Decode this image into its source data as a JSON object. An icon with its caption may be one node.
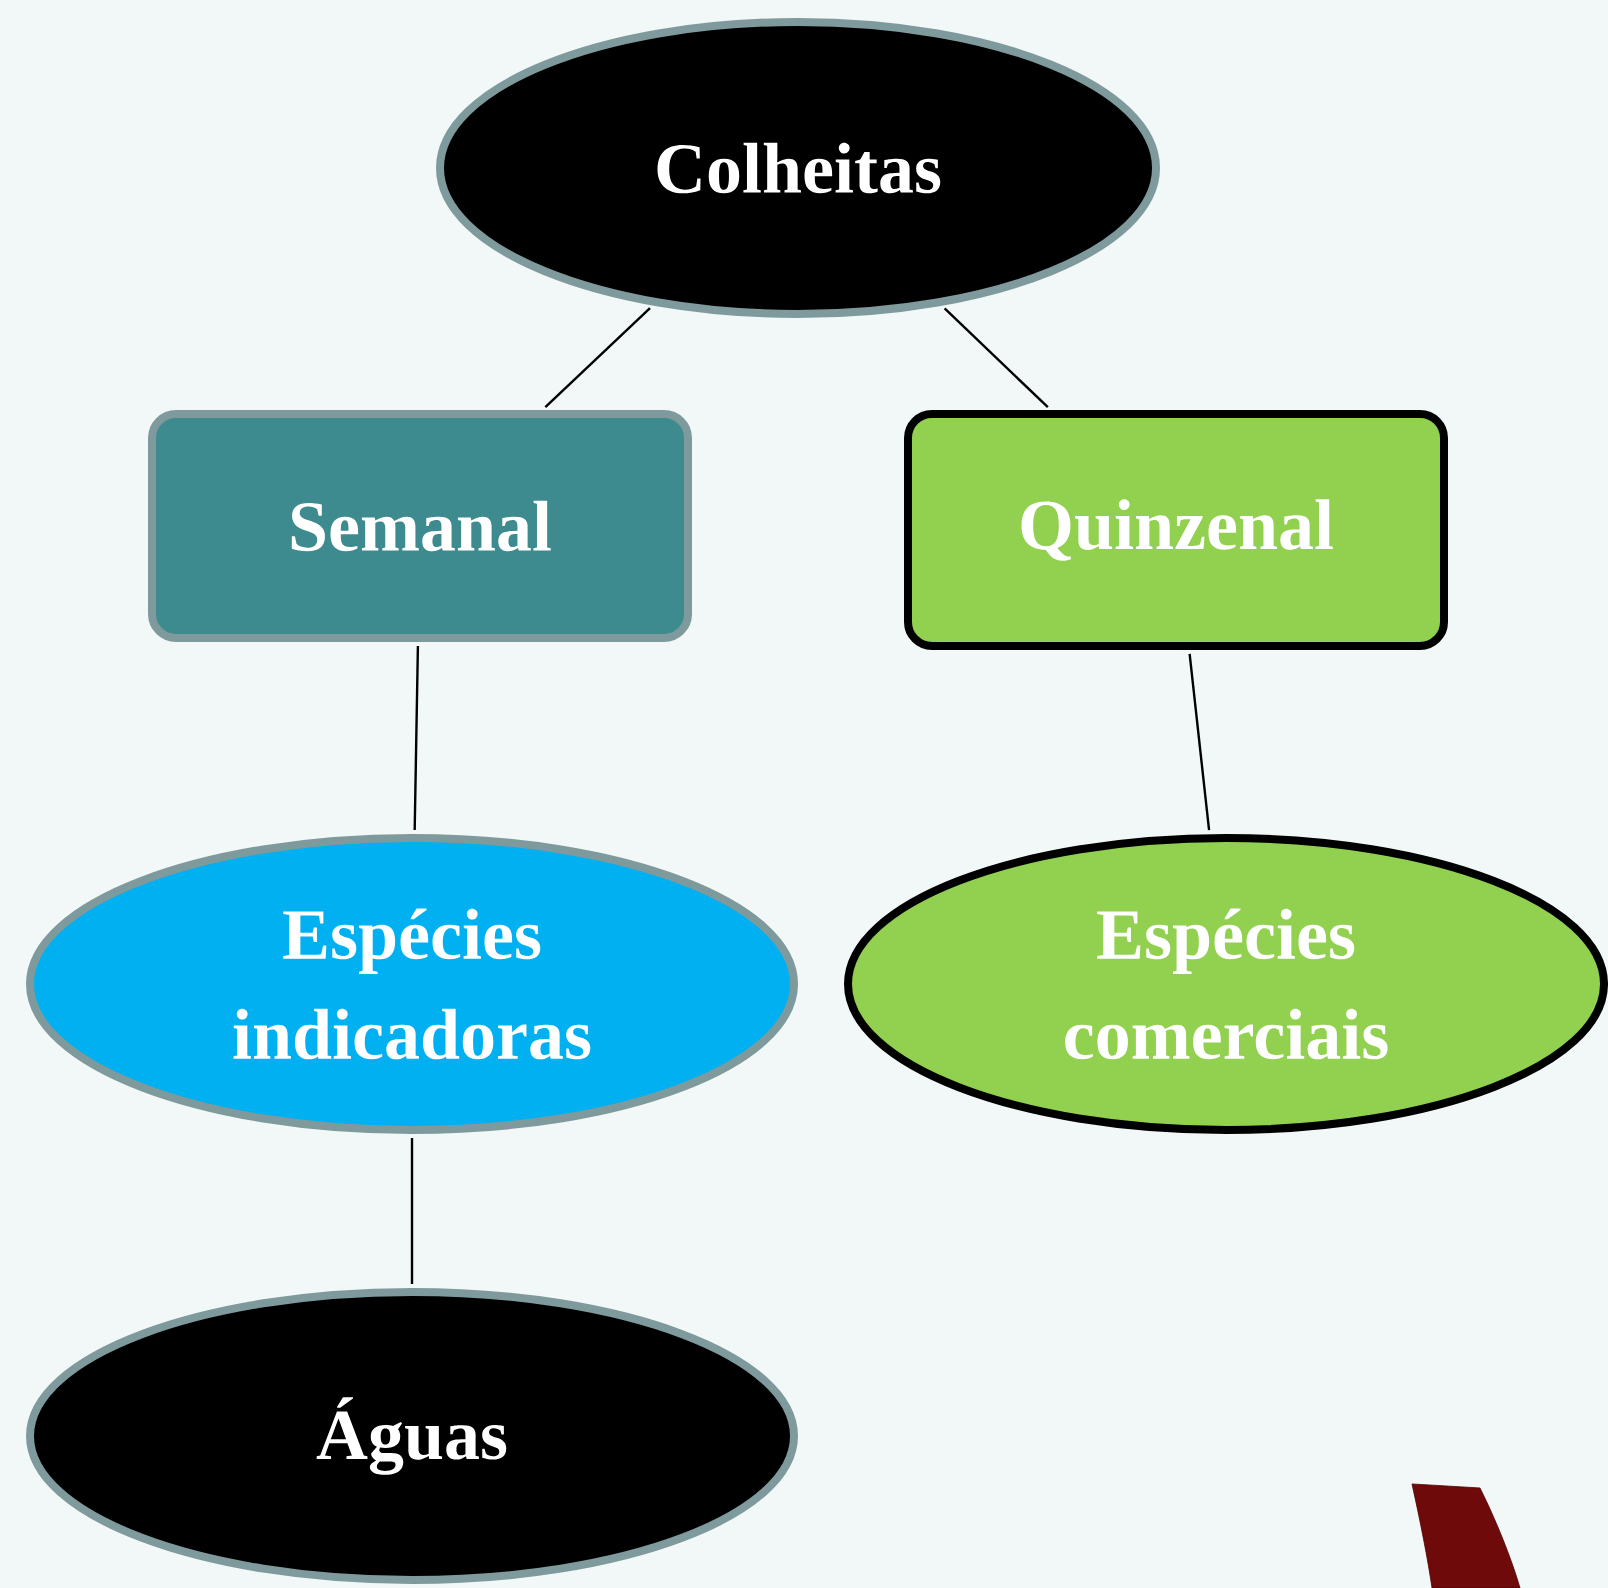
{
  "diagram": {
    "nodes": [
      {
        "text": [
          "Colheitas"
        ]
      },
      {
        "text": [
          "Semanal"
        ]
      },
      {
        "text": [
          "Quinzenal"
        ]
      },
      {
        "text": [
          "Espécies indicadoras"
        ]
      },
      {
        "text": [
          "Espécies comerciais"
        ]
      },
      {
        "text": [
          "Águas"
        ]
      }
    ],
    "edges": [
      {
        "from": 0,
        "to": 1,
        "arrow": "none"
      },
      {
        "from": 0,
        "to": 2,
        "arrow": "none"
      },
      {
        "from": 1,
        "to": 3,
        "arrow": "none"
      },
      {
        "from": 2,
        "to": 4,
        "arrow": "none"
      },
      {
        "from": 3,
        "to": 5,
        "arrow": "none"
      }
    ]
  }
}
